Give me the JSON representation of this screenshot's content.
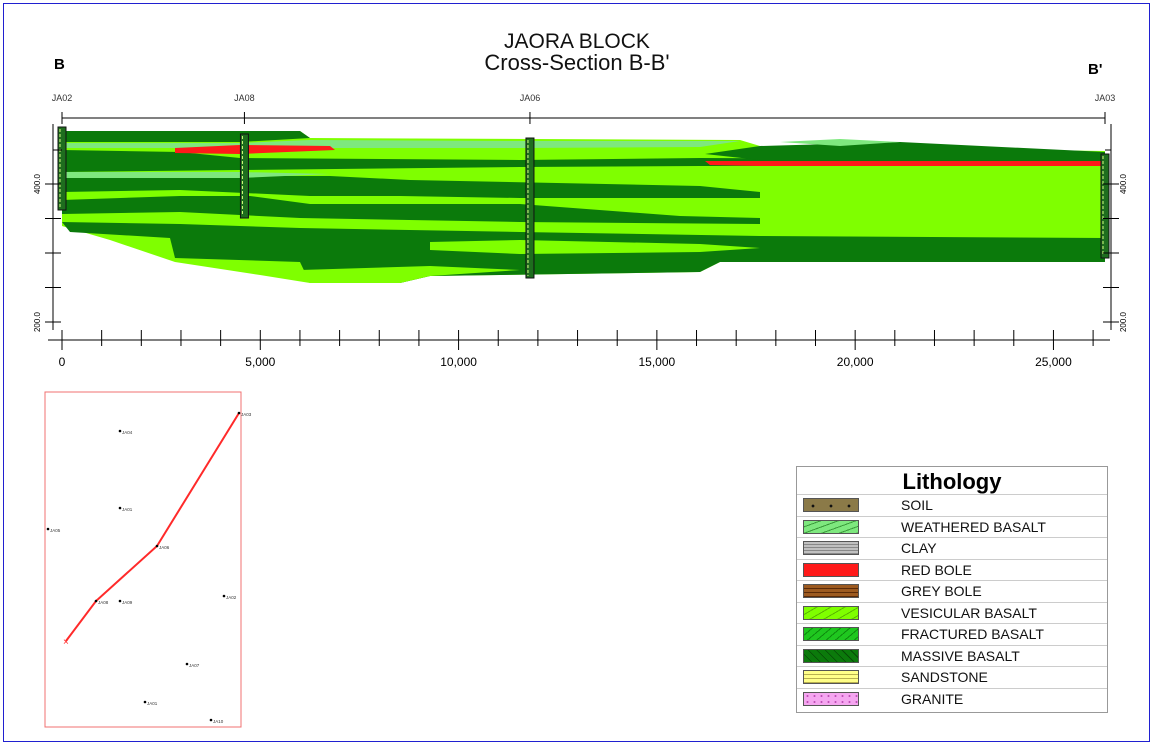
{
  "title": "JAORA BLOCK",
  "subtitle": "Cross-Section B-B'",
  "section_ends": {
    "left": "B",
    "right": "B'"
  },
  "wells": [
    {
      "name": "JA02",
      "distance": 0
    },
    {
      "name": "JA08",
      "distance": 4600
    },
    {
      "name": "JA06",
      "distance": 11800
    },
    {
      "name": "JA03",
      "distance": 26300
    }
  ],
  "x_axis": {
    "min": 0,
    "max": 26300,
    "ticks": [
      0,
      5000,
      10000,
      15000,
      20000,
      25000
    ],
    "tick_labels": [
      "0",
      "5,000",
      "10,000",
      "15,000",
      "20,000",
      "25,000"
    ]
  },
  "y_axis": {
    "min": 150,
    "max": 500,
    "ticks": [
      400.0,
      200.0
    ],
    "tick_labels": [
      "400.0",
      "200.0"
    ]
  },
  "colors": {
    "soil": "#8b7a48",
    "weathered_basalt": "#7ee87e",
    "clay": "#c0c0c0",
    "red_bole": "#ff1a1a",
    "grey_bole": "#9c5a20",
    "vesicular_basalt": "#7fff00",
    "fractured_basalt": "#1fc71f",
    "massive_basalt": "#0b7a0b",
    "sandstone": "#ffff88",
    "granite": "#f5a6f0",
    "frame": "#2020d0",
    "map_line": "#ff2a2a"
  },
  "legend": {
    "title": "Lithology",
    "items": [
      {
        "label": "SOIL",
        "color": "#8b7a48"
      },
      {
        "label": "WEATHERED BASALT",
        "color": "#7ee87e"
      },
      {
        "label": "CLAY",
        "color": "#c0c0c0"
      },
      {
        "label": "RED BOLE",
        "color": "#ff1a1a"
      },
      {
        "label": "GREY BOLE",
        "color": "#9c5a20"
      },
      {
        "label": "VESICULAR BASALT",
        "color": "#7fff00"
      },
      {
        "label": "FRACTURED BASALT",
        "color": "#1fc71f"
      },
      {
        "label": "MASSIVE BASALT",
        "color": "#0b7a0b"
      },
      {
        "label": "SANDSTONE",
        "color": "#ffff88"
      },
      {
        "label": "GRANITE",
        "color": "#f5a6f0"
      }
    ]
  },
  "location_map": {
    "wells": [
      {
        "name": "JA04"
      },
      {
        "name": "JA01"
      },
      {
        "name": "JA03"
      },
      {
        "name": "JA05"
      },
      {
        "name": "JA06"
      },
      {
        "name": "JA08"
      },
      {
        "name": "JA09"
      },
      {
        "name": "JA02"
      },
      {
        "name": "JA07"
      },
      {
        "name": "JA01"
      },
      {
        "name": "JA10"
      }
    ]
  }
}
